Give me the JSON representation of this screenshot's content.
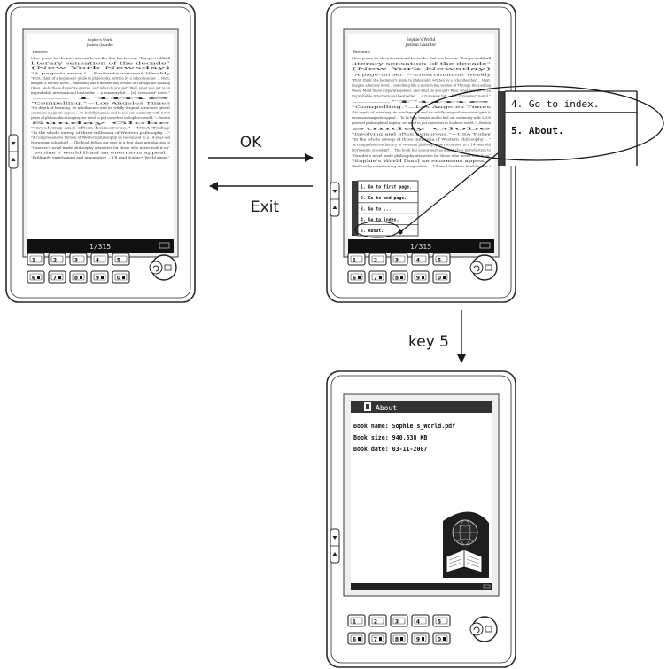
{
  "arrows": {
    "ok": "OK",
    "exit": "Exit",
    "key5": "key 5"
  },
  "device": {
    "keypad": {
      "row1": [
        "1",
        "2",
        "3",
        "4",
        "5"
      ],
      "row2": [
        "6",
        "7",
        "8",
        "9",
        "0"
      ]
    },
    "page_indicator": "1/315"
  },
  "reader_page": {
    "title": "Sophie's World",
    "author": "Jostein Gaarder",
    "reviews_heading": "Reviews:",
    "visible_lines": [
      "More praise for the international bestseller that has become \"Europe's oddball",
      "literary sensation of the decade\"",
      "(New York Newsday)",
      "\"A page-turner.\"—Entertainment Weekly",
      "\"First, think of a beginner's guide to philosophy, written by a schoolteacher ... Next,",
      "imagine a fantasy novel... something like a modern-day version of Through the Looking",
      "Glass. Meld these disparate genres, and what do you get? Well, what you get is an",
      "improbable international bestseller ... a runaway hit ... [a] 'crossover' novel.\"",
      "—Time",
      "\"Compelling.\"—Los Angeles Times",
      "\"Its depth of learning, its intelligence and its wildly original structure give it",
      "enormous magnetic appeal ... To be fully human, and to feel our continuity with 3,000",
      "years of philosophical inquiry, we need to put ourselves in Sophie's world.\"—Boston",
      "Sunday Globe",
      "\"Involving and often humorous.\"—USA Today",
      "\"In the whole sweep of three millennia of Western philosophy ...\"",
      "\"A comprehensive history of Western philosophy as recounted to a 14-year-old",
      "Norwegian schoolgirl ... The book fell on our ears as a first class introduction to",
      "\"Gaarder's novel made philosophy attractive for those who never took it on\"",
      "\"Sophie's World [has] an enormous appeal.\"",
      "\"Brilliantly entertaining and imaginative ... I'll read Sophie's World again.\""
    ]
  },
  "menu": {
    "items": [
      "1. Go to first page.",
      "2. Go to end page.",
      "3. Go to ...",
      "4. Go to index.",
      "5. About."
    ],
    "zoom_items": [
      "4. Go to index.",
      "5. About."
    ]
  },
  "about": {
    "header": "About",
    "book_name": "Book name: Sophie's_World.pdf",
    "book_size": "Book size: 940.638 KB",
    "book_date": "Book date: 03-11-2007"
  },
  "colors": {
    "device_outline": "#2a2a2a",
    "screen_frame": "#7a7a7a",
    "status_bar": "#111111",
    "menu_shade": "#3a3a3a",
    "header_bar": "#333333",
    "page_bg": "#ffffff"
  }
}
